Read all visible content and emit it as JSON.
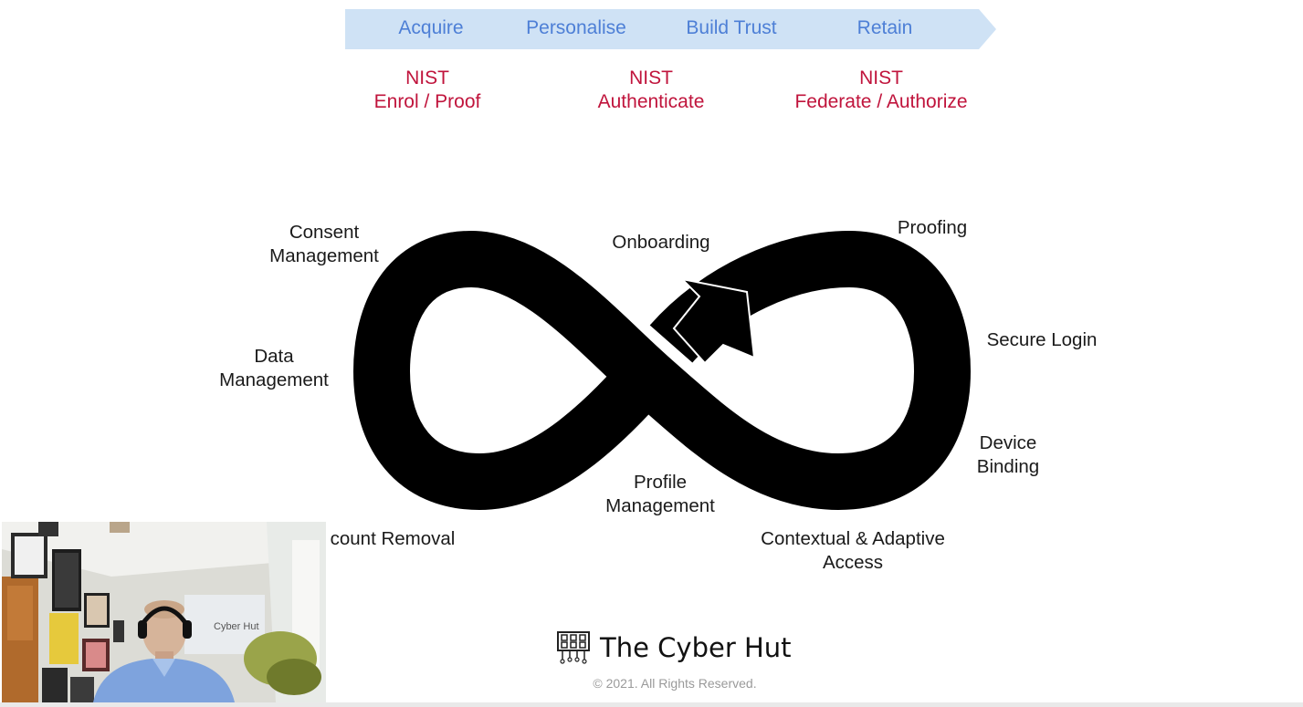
{
  "stages": [
    "Acquire",
    "Personalise",
    "Build Trust",
    "Retain"
  ],
  "nist": [
    {
      "line1": "NIST",
      "line2": "Enrol / Proof"
    },
    {
      "line1": "NIST",
      "line2": "Authenticate"
    },
    {
      "line1": "NIST",
      "line2": "Federate / Authorize"
    }
  ],
  "loop_labels": {
    "consent": {
      "line1": "Consent",
      "line2": "Management"
    },
    "data": {
      "line1": "Data",
      "line2": "Management"
    },
    "account_removal": "count Removal",
    "onboarding": "Onboarding",
    "profile": {
      "line1": "Profile",
      "line2": "Management"
    },
    "proofing": "Proofing",
    "secure_login": "Secure Login",
    "device": {
      "line1": "Device",
      "line2": "Binding"
    },
    "contextual": {
      "line1": "Contextual & Adaptive",
      "line2": "Access"
    }
  },
  "footer": {
    "brand": "The Cyber Hut",
    "copyright": "© 2021. All Rights Reserved.",
    "poster_text": "Cyber Hut"
  },
  "colors": {
    "banner_fill": "#cfe2f5",
    "stage_text": "#4d7fd6",
    "nist_text": "#c0143c",
    "loop": "#000000"
  }
}
